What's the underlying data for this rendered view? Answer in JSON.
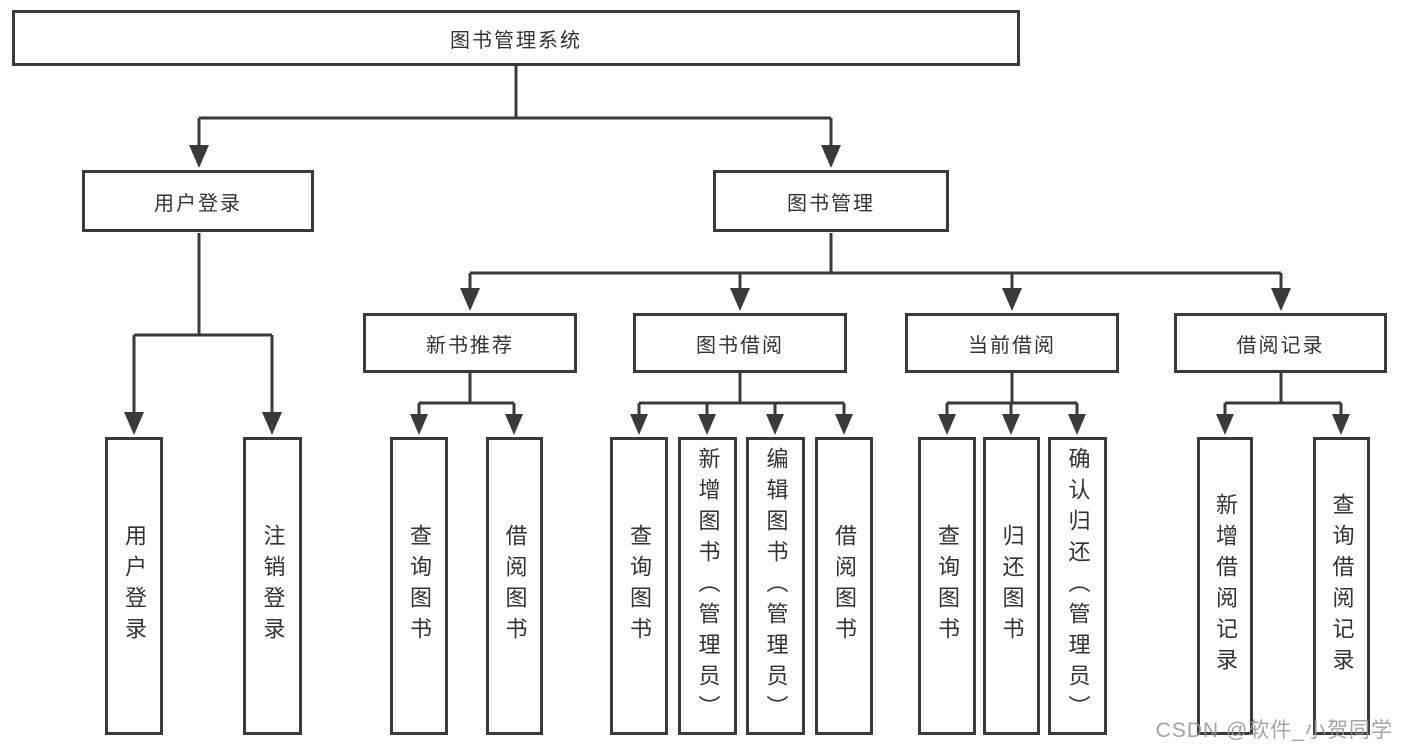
{
  "diagram": {
    "root": {
      "label": "图书管理系统"
    },
    "branches": [
      {
        "label": "用户登录",
        "children": [
          {
            "label": "用户登录"
          },
          {
            "label": "注销登录"
          }
        ]
      },
      {
        "label": "图书管理",
        "groups": [
          {
            "label": "新书推荐",
            "children": [
              {
                "label": "查询图书"
              },
              {
                "label": "借阅图书"
              }
            ]
          },
          {
            "label": "图书借阅",
            "children": [
              {
                "label": "查询图书"
              },
              {
                "label": "新增图书（管理员）"
              },
              {
                "label": "编辑图书（管理员）"
              },
              {
                "label": "借阅图书"
              }
            ]
          },
          {
            "label": "当前借阅",
            "children": [
              {
                "label": "查询图书"
              },
              {
                "label": "归还图书"
              },
              {
                "label": "确认归还（管理员）"
              }
            ]
          },
          {
            "label": "借阅记录",
            "children": [
              {
                "label": "新增借阅记录"
              },
              {
                "label": "查询借阅记录"
              }
            ]
          }
        ]
      }
    ]
  },
  "watermark": {
    "text": "CSDN @软件_小贺同学"
  },
  "colors": {
    "line": "#3a3a3a",
    "box_border": "#3a3a3a",
    "box_bg": "#ffffff",
    "text": "#333333",
    "watermark": "#949494"
  }
}
